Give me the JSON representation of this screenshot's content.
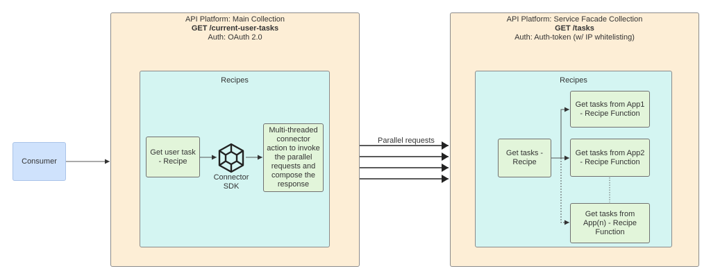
{
  "consumer": {
    "label": "Consumer"
  },
  "main_collection": {
    "title": "API Platform: Main Collection",
    "endpoint": "GET /current-user-tasks",
    "auth": "Auth: OAuth 2.0",
    "recipes": {
      "title": "Recipes",
      "get_user_task": "Get user task - Recipe",
      "connector_sdk": "Connector SDK",
      "multithreaded": "Multi-threaded connector action to invoke the parallel requests and compose the response"
    }
  },
  "parallel_requests_label": "Parallel requests",
  "facade_collection": {
    "title": "API Platform: Service Facade Collection",
    "endpoint": "GET /tasks",
    "auth": "Auth: Auth-token (w/ IP whitelisting)",
    "recipes": {
      "title": "Recipes",
      "get_tasks": "Get tasks - Recipe",
      "app1": "Get tasks from App1 - Recipe Function",
      "app2": "Get tasks from App2 - Recipe Function",
      "appn": "Get tasks from App(n) - Recipe Function"
    }
  }
}
